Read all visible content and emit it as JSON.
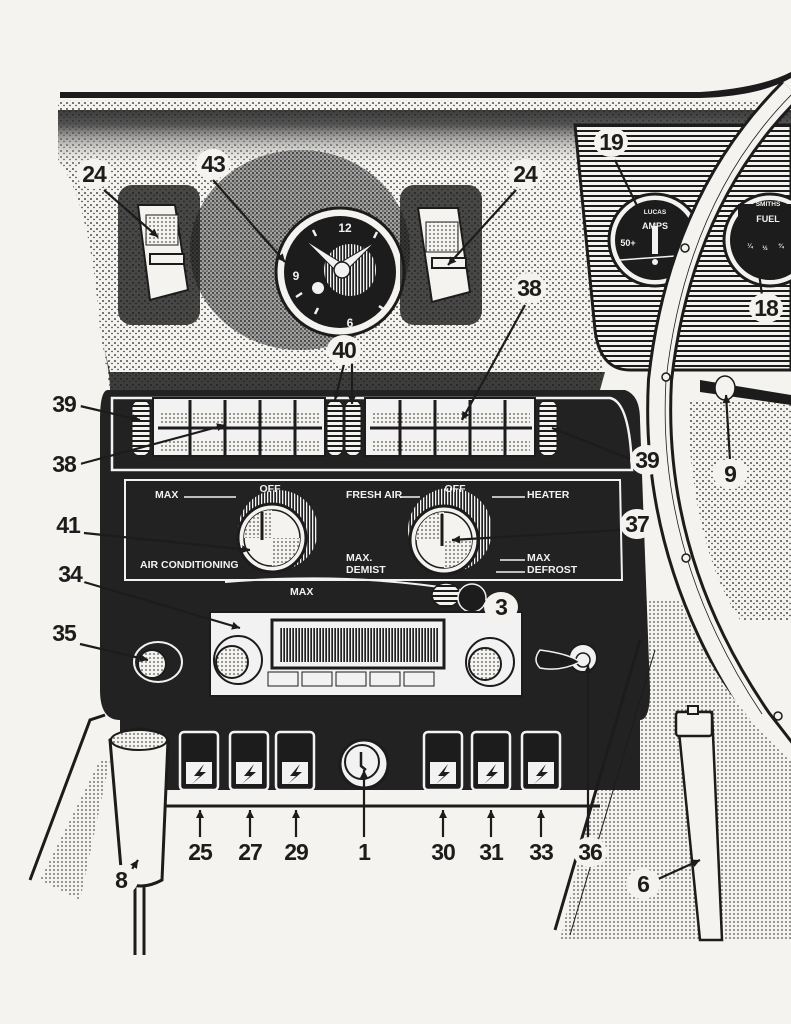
{
  "diagram": {
    "subject": "Dashboard and centre console controls (line illustration)",
    "colors": {
      "paper": "#f4f3ef",
      "ink": "#1c1c1c",
      "panel": "#222222",
      "highlight": "#f2f2f2"
    },
    "callouts": [
      {
        "id": "c43",
        "number": "43",
        "target": "clock"
      },
      {
        "id": "c24a",
        "number": "24",
        "target": "left-face-vent"
      },
      {
        "id": "c24b",
        "number": "24",
        "target": "right-face-vent"
      },
      {
        "id": "c19",
        "number": "19",
        "target": "ammeter"
      },
      {
        "id": "c18",
        "number": "18",
        "target": "fuel-gauge"
      },
      {
        "id": "c38a",
        "number": "38",
        "target": "right-air-grille"
      },
      {
        "id": "c40",
        "number": "40",
        "target": "centre-thumbwheels"
      },
      {
        "id": "c39a",
        "number": "39",
        "target": "left-thumbwheel"
      },
      {
        "id": "c38b",
        "number": "38",
        "target": "left-air-grille"
      },
      {
        "id": "c39b",
        "number": "39",
        "target": "right-thumbwheel"
      },
      {
        "id": "c9",
        "number": "9",
        "target": "steering-column-control"
      },
      {
        "id": "c41",
        "number": "41",
        "target": "air-conditioning-knob"
      },
      {
        "id": "c37",
        "number": "37",
        "target": "heater-knob"
      },
      {
        "id": "c34",
        "number": "34",
        "target": "radio"
      },
      {
        "id": "c3",
        "number": "3",
        "target": "fan-knob"
      },
      {
        "id": "c35",
        "number": "35",
        "target": "left-pull-knob"
      },
      {
        "id": "c25",
        "number": "25",
        "target": "switch-1"
      },
      {
        "id": "c27",
        "number": "27",
        "target": "switch-2"
      },
      {
        "id": "c29",
        "number": "29",
        "target": "switch-3"
      },
      {
        "id": "c1",
        "number": "1",
        "target": "ignition-lock"
      },
      {
        "id": "c30",
        "number": "30",
        "target": "switch-4"
      },
      {
        "id": "c31",
        "number": "31",
        "target": "switch-5"
      },
      {
        "id": "c33",
        "number": "33",
        "target": "switch-6"
      },
      {
        "id": "c36",
        "number": "36",
        "target": "cigar-lighter"
      },
      {
        "id": "c8",
        "number": "8",
        "target": "gear-lever"
      },
      {
        "id": "c6",
        "number": "6",
        "target": "handbrake-lever"
      }
    ],
    "panel_labels": {
      "ac_max": "MAX",
      "ac_off": "OFF",
      "ac_name": "AIR CONDITIONING",
      "fresh_air": "FRESH AIR",
      "heater_off": "OFF",
      "heater": "HEATER",
      "max_demist_1": "MAX.",
      "max_demist_2": "DEMIST",
      "max_defrost_1": "MAX",
      "max_defrost_2": "DEFROST",
      "fan_max": "MAX"
    },
    "gauges": {
      "ammeter": {
        "brand": "LUCAS",
        "name": "AMPS",
        "scale": "50+"
      },
      "fuel": {
        "brand": "SMITHS",
        "name": "FUEL",
        "marks": [
          "¼",
          "½",
          "¾"
        ]
      }
    },
    "clock": {
      "numerals": [
        "12",
        "9",
        "6"
      ]
    }
  }
}
